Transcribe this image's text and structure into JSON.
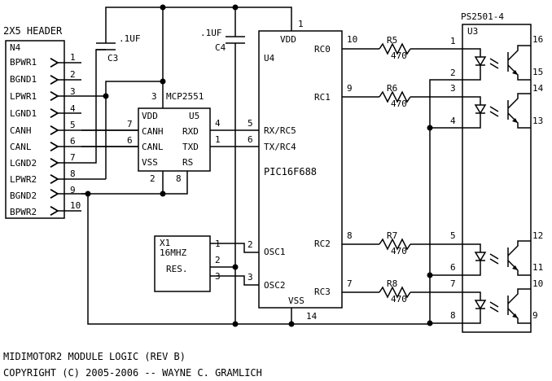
{
  "header": {
    "title": "2X5 HEADER",
    "ref": "N4",
    "pins": [
      {
        "num": "1",
        "name": "BPWR1"
      },
      {
        "num": "2",
        "name": "BGND1"
      },
      {
        "num": "3",
        "name": "LPWR1"
      },
      {
        "num": "4",
        "name": "LGND1"
      },
      {
        "num": "5",
        "name": "CANH"
      },
      {
        "num": "6",
        "name": "CANL"
      },
      {
        "num": "7",
        "name": "LGND2"
      },
      {
        "num": "8",
        "name": "LPWR2"
      },
      {
        "num": "9",
        "name": "BGND2"
      },
      {
        "num": "10",
        "name": "BPWR2"
      }
    ]
  },
  "c3": {
    "value": ".1UF",
    "ref": "C3"
  },
  "c4": {
    "value": ".1UF",
    "ref": "C4"
  },
  "mcp": {
    "name": "MCP2551",
    "ref": "U5",
    "vdd": "VDD",
    "vss": "VSS",
    "canh": "CANH",
    "canl": "CANL",
    "rxd": "RXD",
    "txd": "TXD",
    "rs": "RS",
    "pin_vdd": "3",
    "pin_canh": "7",
    "pin_canl": "6",
    "pin_rxd": "4",
    "pin_txd": "1",
    "pin_vss": "2",
    "pin_rs": "8"
  },
  "pic": {
    "ref": "U4",
    "name": "PIC16F688",
    "vdd": "VDD",
    "vss": "VSS",
    "rx": "RX/RC5",
    "tx": "TX/RC4",
    "osc1": "OSC1",
    "osc2": "OSC2",
    "rc0": "RC0",
    "rc1": "RC1",
    "rc2": "RC2",
    "rc3": "RC3",
    "pin_vdd": "1",
    "pin_vss": "14",
    "pin_rx": "5",
    "pin_tx": "6",
    "pin_osc1": "2",
    "pin_osc2": "3",
    "pin_rc0": "10",
    "pin_rc1": "9",
    "pin_rc2": "8",
    "pin_rc3": "7"
  },
  "x1": {
    "ref": "X1",
    "freq": "16MHZ",
    "type": "RES.",
    "pin1": "1",
    "pin2": "2",
    "pin3": "3"
  },
  "resistors": [
    {
      "ref": "R5",
      "value": "470"
    },
    {
      "ref": "R6",
      "value": "470"
    },
    {
      "ref": "R7",
      "value": "470"
    },
    {
      "ref": "R8",
      "value": "470"
    }
  ],
  "opto": {
    "name": "PS2501-4",
    "ref": "U3",
    "left_pins": [
      "1",
      "2",
      "3",
      "4",
      "5",
      "6",
      "7",
      "8"
    ],
    "right_pins": [
      "16",
      "15",
      "14",
      "13",
      "12",
      "11",
      "10",
      "9"
    ]
  },
  "footer": {
    "line1": "MIDIMOTOR2 MODULE LOGIC (REV B)",
    "line2": "COPYRIGHT (C) 2005-2006 -- WAYNE C. GRAMLICH"
  }
}
